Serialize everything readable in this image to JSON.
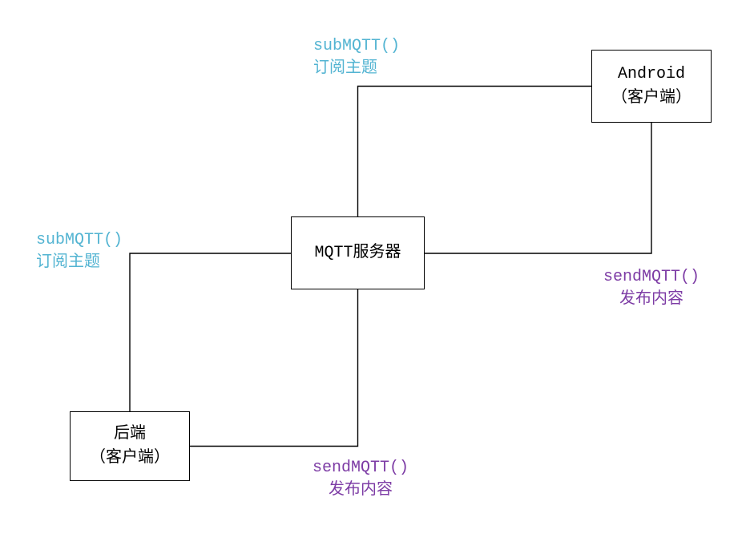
{
  "nodes": {
    "android": {
      "line1": "Android",
      "line2": "（客户端）"
    },
    "mqtt": {
      "line1": "MQTT服务器"
    },
    "backend": {
      "line1": "后端",
      "line2": "（客户端）"
    }
  },
  "labels": {
    "subscribe_top": {
      "line1": "subMQTT()",
      "line2": "订阅主题"
    },
    "subscribe_left": {
      "line1": "subMQTT()",
      "line2": "订阅主题"
    },
    "publish_right": {
      "line1": "sendMQTT()",
      "line2": "发布内容"
    },
    "publish_bottom": {
      "line1": "sendMQTT()",
      "line2": "发布内容"
    }
  },
  "colors": {
    "subscribe_label": "#53B4D2",
    "publish_label": "#7D3CA5",
    "connector": "#000000",
    "background": "#FFFFFF"
  }
}
